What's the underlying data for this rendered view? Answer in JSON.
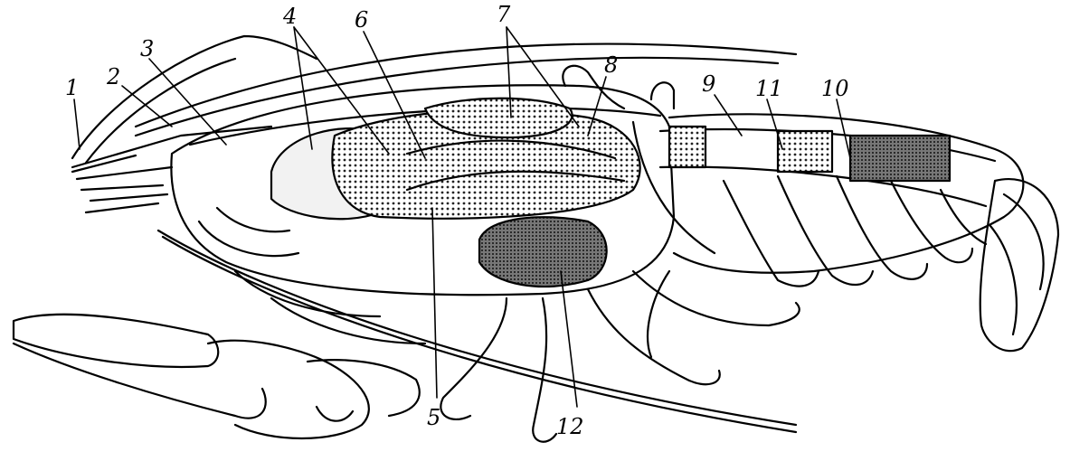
{
  "diagram": {
    "labels": [
      "1",
      "2",
      "3",
      "4",
      "5",
      "6",
      "7",
      "8",
      "9",
      "10",
      "11",
      "12"
    ],
    "colors": {
      "ink": "#000000",
      "background": "#ffffff",
      "organ_fill": "#d9d9d9"
    }
  }
}
